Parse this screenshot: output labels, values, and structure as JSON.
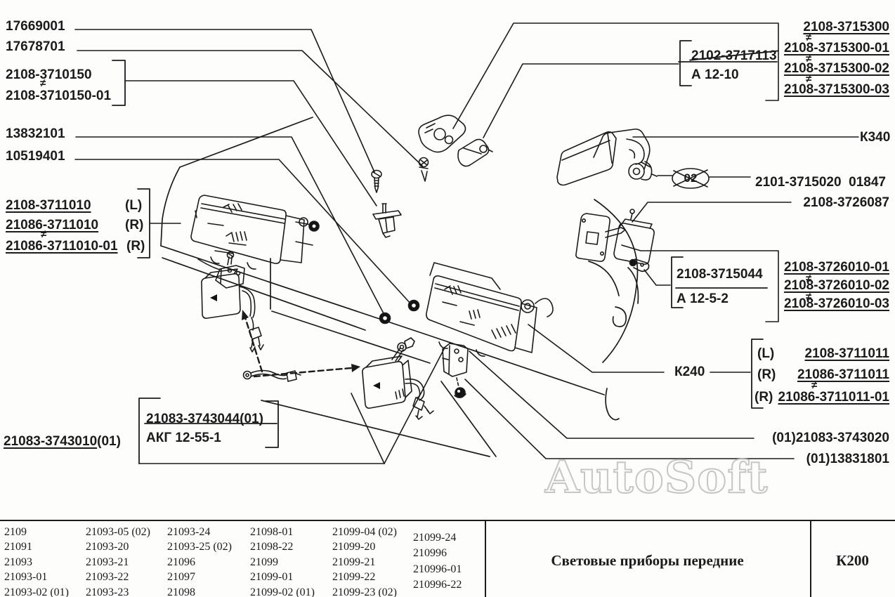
{
  "watermark": "AutoSoft",
  "neq": "≠",
  "left": {
    "n1": "17669001",
    "n2": "17678701",
    "grp150": [
      "2108-3710150",
      "2108-3710150-01"
    ],
    "n3": "13832101",
    "n4": "10519401",
    "headlamp_left": [
      {
        "num": "2108-3711010",
        "side": "(L)"
      },
      {
        "num": "21086-3711010",
        "side": "(R)"
      },
      {
        "num": "21086-3711010-01",
        "side": "(R)"
      }
    ],
    "harness_num": "21083-3743010",
    "harness_sfx": "(01)",
    "fog_box": {
      "num": "21083-3743044(01)",
      "bulb": "АКГ 12-55-1"
    }
  },
  "right": {
    "relay_box": {
      "num": "2102-3717113",
      "bulb": "А 12-10"
    },
    "turnlamp_grp": [
      "2108-3715300",
      "2108-3715300-01",
      "2108-3715300-02",
      "2108-3715300-03"
    ],
    "k340": "К340",
    "oval_code": "02",
    "marker_num": "2101-3715020  01847",
    "n3726087": "2108-3726087",
    "bulb_box": {
      "num": "2108-3715044",
      "bulb": "А 12-5-2"
    },
    "repeater_grp": [
      "2108-3726010-01",
      "2108-3726010-02",
      "2108-3726010-03"
    ],
    "k240": "К240",
    "headlamp_right": [
      {
        "num": "2108-3711011",
        "side": "(L)"
      },
      {
        "num": "21086-3711011",
        "side": "(R)"
      },
      {
        "num": "21086-3711011-01",
        "side": "(R)"
      }
    ],
    "n3743020": "(01)21083-3743020",
    "n13831801": "(01)13831801"
  },
  "footer": {
    "models": [
      [
        "2109",
        "21091",
        "21093",
        "21093-01",
        "21093-02 (01)"
      ],
      [
        "21093-05 (02)",
        "21093-20",
        "21093-21",
        "21093-22",
        "21093-23"
      ],
      [
        "21093-24",
        "21093-25 (02)",
        "21096",
        "21097",
        "21098"
      ],
      [
        "21098-01",
        "21098-22",
        "21099",
        "21099-01",
        "21099-02 (01)"
      ],
      [
        "21099-04 (02)",
        "21099-20",
        "21099-21",
        "21099-22",
        "21099-23 (02)"
      ],
      [
        "21099-24",
        "210996",
        "210996-01",
        "210996-22"
      ]
    ],
    "caption": "Световые приборы передние",
    "sheet_code": "К200"
  }
}
